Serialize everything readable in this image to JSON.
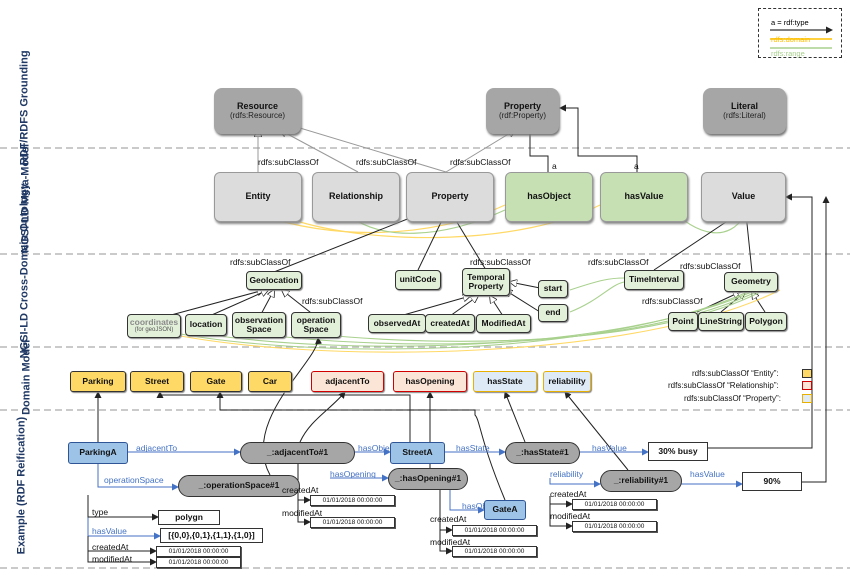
{
  "legend": {
    "type": "a = rdf:type",
    "domain": "rdfs:domain",
    "range": "rdfs:range",
    "colors": {
      "type": "#000000",
      "domain": "#ffc000",
      "range": "#a9d18e"
    }
  },
  "layers": {
    "rdf": "RDF/RDFS Grounding",
    "meta": "NGSI-LD Meta-Model",
    "cross": "NGSI-LD Cross-Domain Ontology",
    "domain": "Domain Model",
    "example": "Example (RDF Reification)"
  },
  "rdf": {
    "resource": "Resource",
    "resource_sub": "(rdfs:Resource)",
    "property": "Property",
    "property_sub": "(rdf:Property)",
    "literal": "Literal",
    "literal_sub": "(rdfs:Literal)"
  },
  "meta": {
    "entity": "Entity",
    "relationship": "Relationship",
    "property": "Property",
    "hasObject": "hasObject",
    "hasValue": "hasValue",
    "value": "Value"
  },
  "cross": {
    "geolocation": "Geolocation",
    "coordinates": "coordinates",
    "coordinates_sub": "(for geoJSON)",
    "location": "location",
    "observationSpace": "observation Space",
    "operationSpace": "operation Space",
    "unitCode": "unitCode",
    "temporalProperty": "Temporal Property",
    "observedAt": "observedAt",
    "createdAt": "createdAt",
    "modifiedAt": "ModifiedAt",
    "start": "start",
    "end": "end",
    "timeInterval": "TimeInterval",
    "geometry": "Geometry",
    "point": "Point",
    "lineString": "LineString",
    "polygon": "Polygon"
  },
  "domain": {
    "parking": "Parking",
    "street": "Street",
    "gate": "Gate",
    "car": "Car",
    "adjacentTo": "adjacentTo",
    "hasOpening": "hasOpening",
    "hasState": "hasState",
    "reliability": "reliability",
    "legend_entity": "rdfs:subClassOf “Entity”:",
    "legend_relationship": "rdfs:subClassOf “Relationship”:",
    "legend_property": "rdfs:subClassOf “Property”:"
  },
  "labels": {
    "subClassOf": "rdfs:subClassOf",
    "a": "a",
    "adjacentTo": "adjacentTo",
    "hasObject": "hasObject",
    "hasState": "hasState",
    "hasValue": "hasValue",
    "operationSpace": "operationSpace",
    "hasOpening": "hasOpening",
    "reliability": "reliability",
    "createdAt": "createdAt",
    "modifiedAt": "modifiedAt",
    "type": "type"
  },
  "example": {
    "parkingA": "ParkingA",
    "adjacentTo1": "_:adjacentTo#1",
    "streetA": "StreetA",
    "hasState1": "_:hasState#1",
    "busy": "30% busy",
    "operationSpace1": "_:operationSpace#1",
    "hasOpening1": "_:hasOpening#1",
    "gateA": "GateA",
    "reliability1": "_:reliability#1",
    "ninety": "90%",
    "polygon": "polygn",
    "coords": "[{0,0},{0,1},{1,1},{1,0}]",
    "datetime": "01/01/2018 00:00:00"
  }
}
